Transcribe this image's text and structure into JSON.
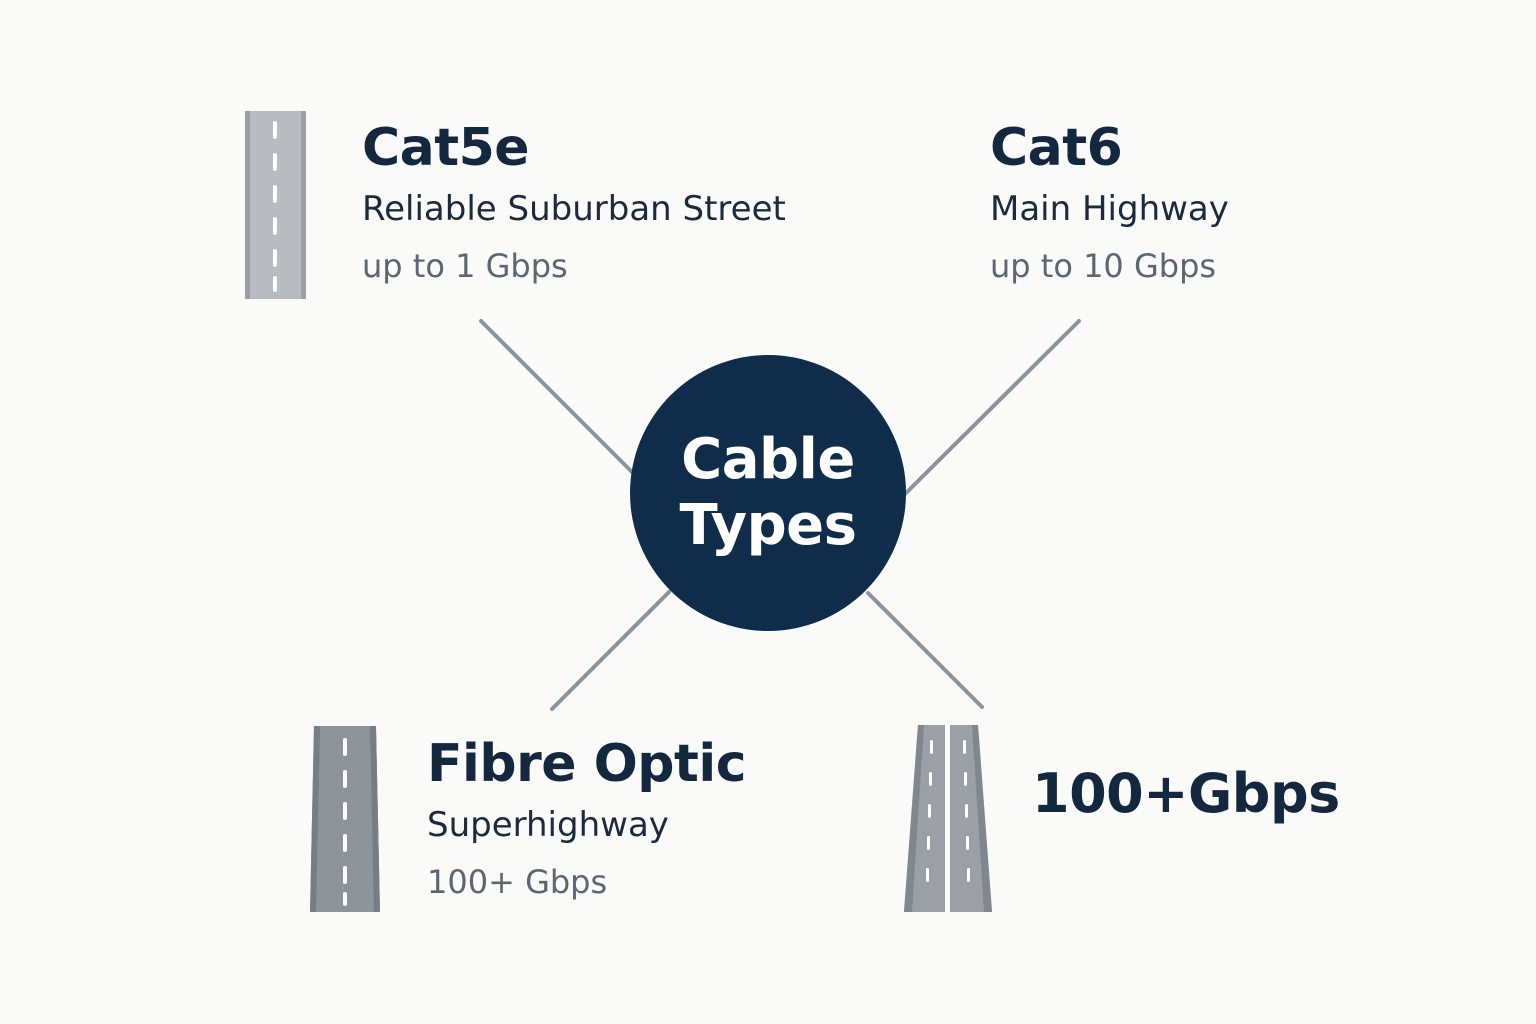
{
  "hub": {
    "title": "Cable Types"
  },
  "cables": [
    {
      "name": "Cat5e",
      "description": "Reliable Suburban Street",
      "speed": "up to 1 Gbps"
    },
    {
      "name": "Cat6",
      "description": "Main Highway",
      "speed": "up to 10 Gbps"
    },
    {
      "name": "Fibre Optic",
      "description": "Superhighway",
      "speed": "100+ Gbps"
    },
    {
      "name": "100+Gbps"
    }
  ],
  "colors": {
    "background": "#fafaf8",
    "hub": "#0f2c4a",
    "title_text": "#13273f",
    "speed_text": "#5c6672",
    "connector": "#8a949f",
    "road_light": "#b8bcc1",
    "road_dark": "#8c9399",
    "road_marking": "#ffffff"
  },
  "icons": [
    "road-icon",
    "road-icon",
    "road-icon",
    "road-icon"
  ]
}
